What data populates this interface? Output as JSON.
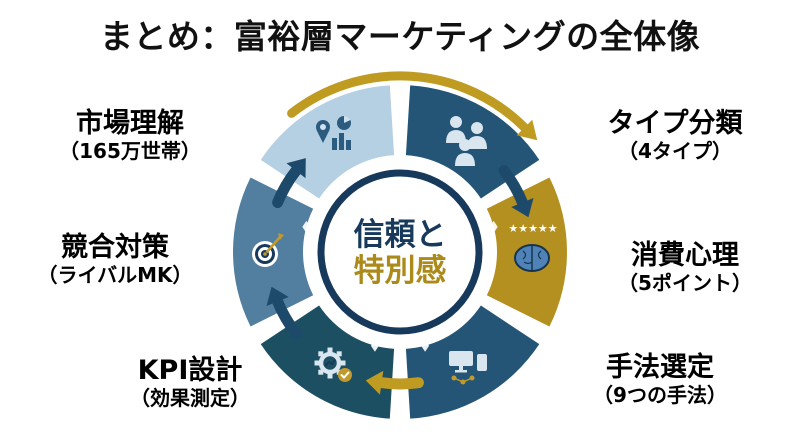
{
  "title": "まとめ：富裕層マーケティングの全体像",
  "center": {
    "line1": "信頼と",
    "line2": "特別感"
  },
  "stars": "★★★★★",
  "segments": [
    {
      "id": "market",
      "label": "市場理解",
      "sub": "（165万世帯）",
      "color": "#b5cfe3"
    },
    {
      "id": "types",
      "label": "タイプ分類",
      "sub": "（4タイプ）",
      "color": "#245577"
    },
    {
      "id": "psychology",
      "label": "消費心理",
      "sub": "（5ポイント）",
      "color": "#b3901f"
    },
    {
      "id": "methods",
      "label": "手法選定",
      "sub": "（9つの手法）",
      "color": "#245577"
    },
    {
      "id": "kpi",
      "label": "KPI設計",
      "sub": "（効果測定）",
      "color": "#1d4f63"
    },
    {
      "id": "competitors",
      "label": "競合対策",
      "sub": "（ライバルMK）",
      "color": "#527e9f"
    }
  ],
  "colors": {
    "arrow_gold": "#bf9b21",
    "arrow_navy": "#1d4a6b",
    "ring_navy": "#16395c",
    "center_line1": "#16395c",
    "center_line2": "#ab8a1a",
    "title_text": "#111111",
    "label_text": "#000000"
  }
}
